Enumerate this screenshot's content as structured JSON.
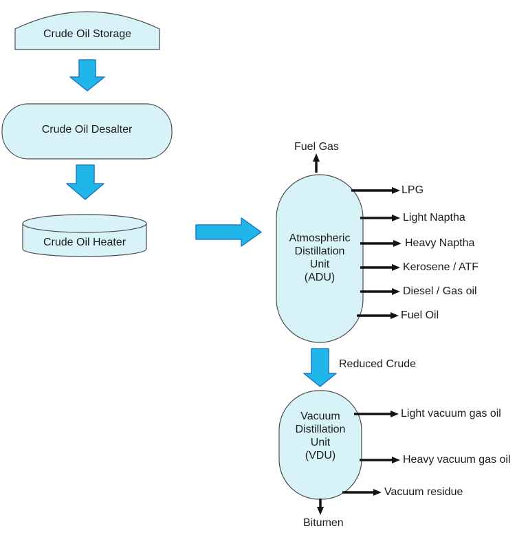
{
  "colors": {
    "node_fill": "#d7f3f8",
    "node_border": "#4a4a4a",
    "flow_arrow_fill": "#21b6e9",
    "flow_arrow_border": "#1d7dc4",
    "stream_arrow": "#141414",
    "text": "#1c1c1c",
    "background": "#ffffff"
  },
  "nodes": {
    "storage": {
      "label": "Crude Oil Storage"
    },
    "desalter": {
      "label": "Crude Oil Desalter"
    },
    "heater": {
      "label": "Crude Oil Heater"
    },
    "adu": {
      "lines": [
        "Atmospheric",
        "Distillation",
        "Unit",
        "(ADU)"
      ]
    },
    "vdu": {
      "lines": [
        "Vacuum",
        "Distillation",
        "Unit",
        "(VDU)"
      ]
    }
  },
  "streams": {
    "fuel_gas": "Fuel Gas",
    "adu_outputs": [
      "LPG",
      "Light Naptha",
      "Heavy Naptha",
      "Kerosene / ATF",
      "Diesel / Gas oil",
      "Fuel Oil"
    ],
    "reduced_crude": "Reduced Crude",
    "vdu_outputs": [
      "Light vacuum gas oil",
      "Heavy vacuum gas oil",
      "Vacuum residue"
    ],
    "bitumen": "Bitumen"
  }
}
